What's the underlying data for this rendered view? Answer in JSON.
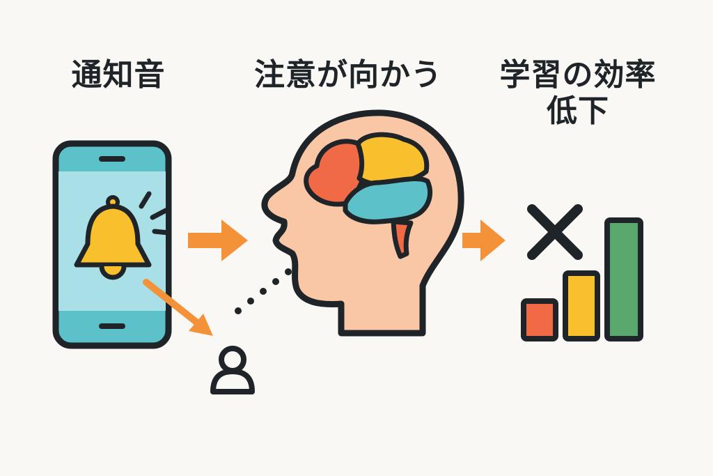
{
  "steps": [
    {
      "label": "通知音"
    },
    {
      "label": "注意が向かう"
    },
    {
      "label": "学習の効率\n低下"
    }
  ],
  "colors": {
    "background": "#faf8f4",
    "outline": "#1f2429",
    "phone_screen": "#a9dfe6",
    "phone_band": "#5dc1c9",
    "bell": "#f8c02c",
    "arrow": "#f4923a",
    "skin": "#f9c7a5",
    "brain_red": "#f06b45",
    "brain_yellow": "#f8c02c",
    "brain_teal": "#5dc1c9",
    "bar_red": "#f06b45",
    "bar_yellow": "#f8c02c",
    "bar_green": "#5aa86e"
  },
  "icons": [
    "smartphone-icon",
    "bell-icon",
    "arrow-right-icon",
    "person-icon",
    "head-icon",
    "brain-icon",
    "x-mark-icon",
    "bar-chart-icon"
  ]
}
